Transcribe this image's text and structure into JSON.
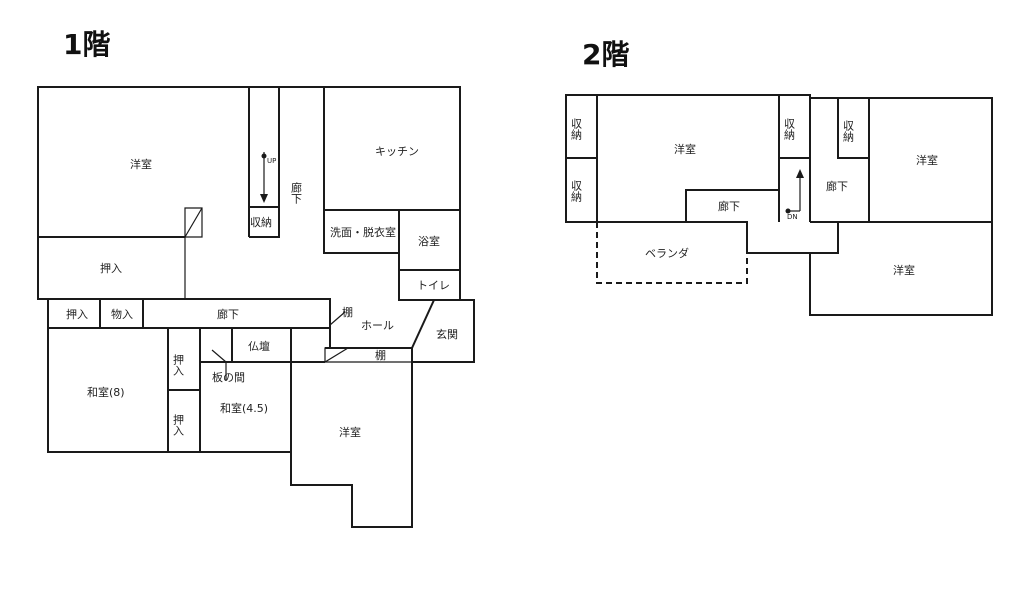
{
  "floor1": {
    "title": "1階",
    "rooms": {
      "western_top": "洋室",
      "corridor_vertical": "廊下",
      "kitchen": "キッチン",
      "storage_small": "収納",
      "closet_left": "押入",
      "washroom": "洗面・脱衣室",
      "bathroom": "浴室",
      "toilet": "トイレ",
      "closet_a": "押入",
      "storage_room": "物入",
      "corridor_horizontal": "廊下",
      "shelf_top": "棚",
      "hall": "ホール",
      "entrance": "玄関",
      "altar": "仏壇",
      "shelf_bottom": "棚",
      "closet_b": "押入",
      "closet_c": "押入",
      "board_room": "板の間",
      "washitsu_8": "和室(8)",
      "washitsu_45": "和室(4.5)",
      "western_bottom": "洋室"
    },
    "stair_mark": "UP"
  },
  "floor2": {
    "title": "2階",
    "rooms": {
      "storage_l1": "収納",
      "storage_l2": "収納",
      "western_main": "洋室",
      "corridor_small": "廊下",
      "storage_mid": "収納",
      "storage_right": "収納",
      "corridor_vertical": "廊下",
      "western_right": "洋室",
      "veranda": "ベランダ",
      "western_bottom": "洋室"
    },
    "stair_mark": "DN"
  },
  "colors": {
    "line": "#1a1a1a",
    "background": "#ffffff"
  }
}
